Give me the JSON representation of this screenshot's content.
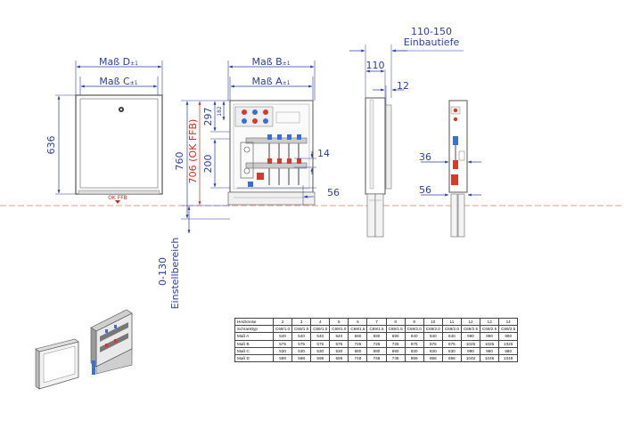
{
  "dimensions": {
    "mass_d": "Maß D",
    "mass_c": "Maß C",
    "mass_b": "Maß B",
    "mass_a": "Maß A",
    "tolerance": "±1",
    "height_636": "636",
    "height_760": "760",
    "height_706": "706 (OK FFB)",
    "height_297": "297",
    "height_182": "182",
    "height_200": "200",
    "dim_14": "14",
    "dim_56_front": "56",
    "depth_range": "110-150",
    "einbautiefe": "Einbautiefe",
    "depth_110": "110",
    "dim_12": "12",
    "dim_36": "36",
    "dim_56_side": "56",
    "adjust_range": "0-130",
    "einstellbereich": "Einstellbereich",
    "floor_label": "OK FFB"
  },
  "colors": {
    "dimension": "#2a3f9e",
    "red_dimension": "#cf2a1d",
    "floor_line": "#e07a6a",
    "valve_blue": "#3b6fd8",
    "valve_red": "#d63a2a"
  },
  "spec_table": {
    "header": [
      "Heizkreise",
      "2",
      "3",
      "4",
      "5",
      "6",
      "7",
      "8",
      "9",
      "10",
      "11",
      "12",
      "13",
      "14"
    ],
    "rows": [
      [
        "Schranktyp",
        "C69/1.0",
        "C69/1.0",
        "C69/1.0",
        "C69/1.0",
        "C69/1.5",
        "C69/1.5",
        "C69/1.5",
        "C69/2.0",
        "C69/2.0",
        "C69/2.0",
        "C69/2.5",
        "C69/2.5",
        "C69/2.5"
      ],
      [
        "Maß A",
        "540",
        "540",
        "540",
        "540",
        "690",
        "690",
        "690",
        "840",
        "840",
        "840",
        "990",
        "990",
        "990"
      ],
      [
        "Maß B",
        "575",
        "575",
        "575",
        "575",
        "725",
        "725",
        "725",
        "875",
        "875",
        "875",
        "1025",
        "1025",
        "1025"
      ],
      [
        "Maß C",
        "530",
        "530",
        "530",
        "530",
        "680",
        "680",
        "680",
        "830",
        "830",
        "830",
        "980",
        "980",
        "980"
      ],
      [
        "Maß D",
        "598",
        "598",
        "598",
        "598",
        "748",
        "748",
        "748",
        "898",
        "898",
        "898",
        "1048",
        "1048",
        "1048"
      ]
    ]
  }
}
